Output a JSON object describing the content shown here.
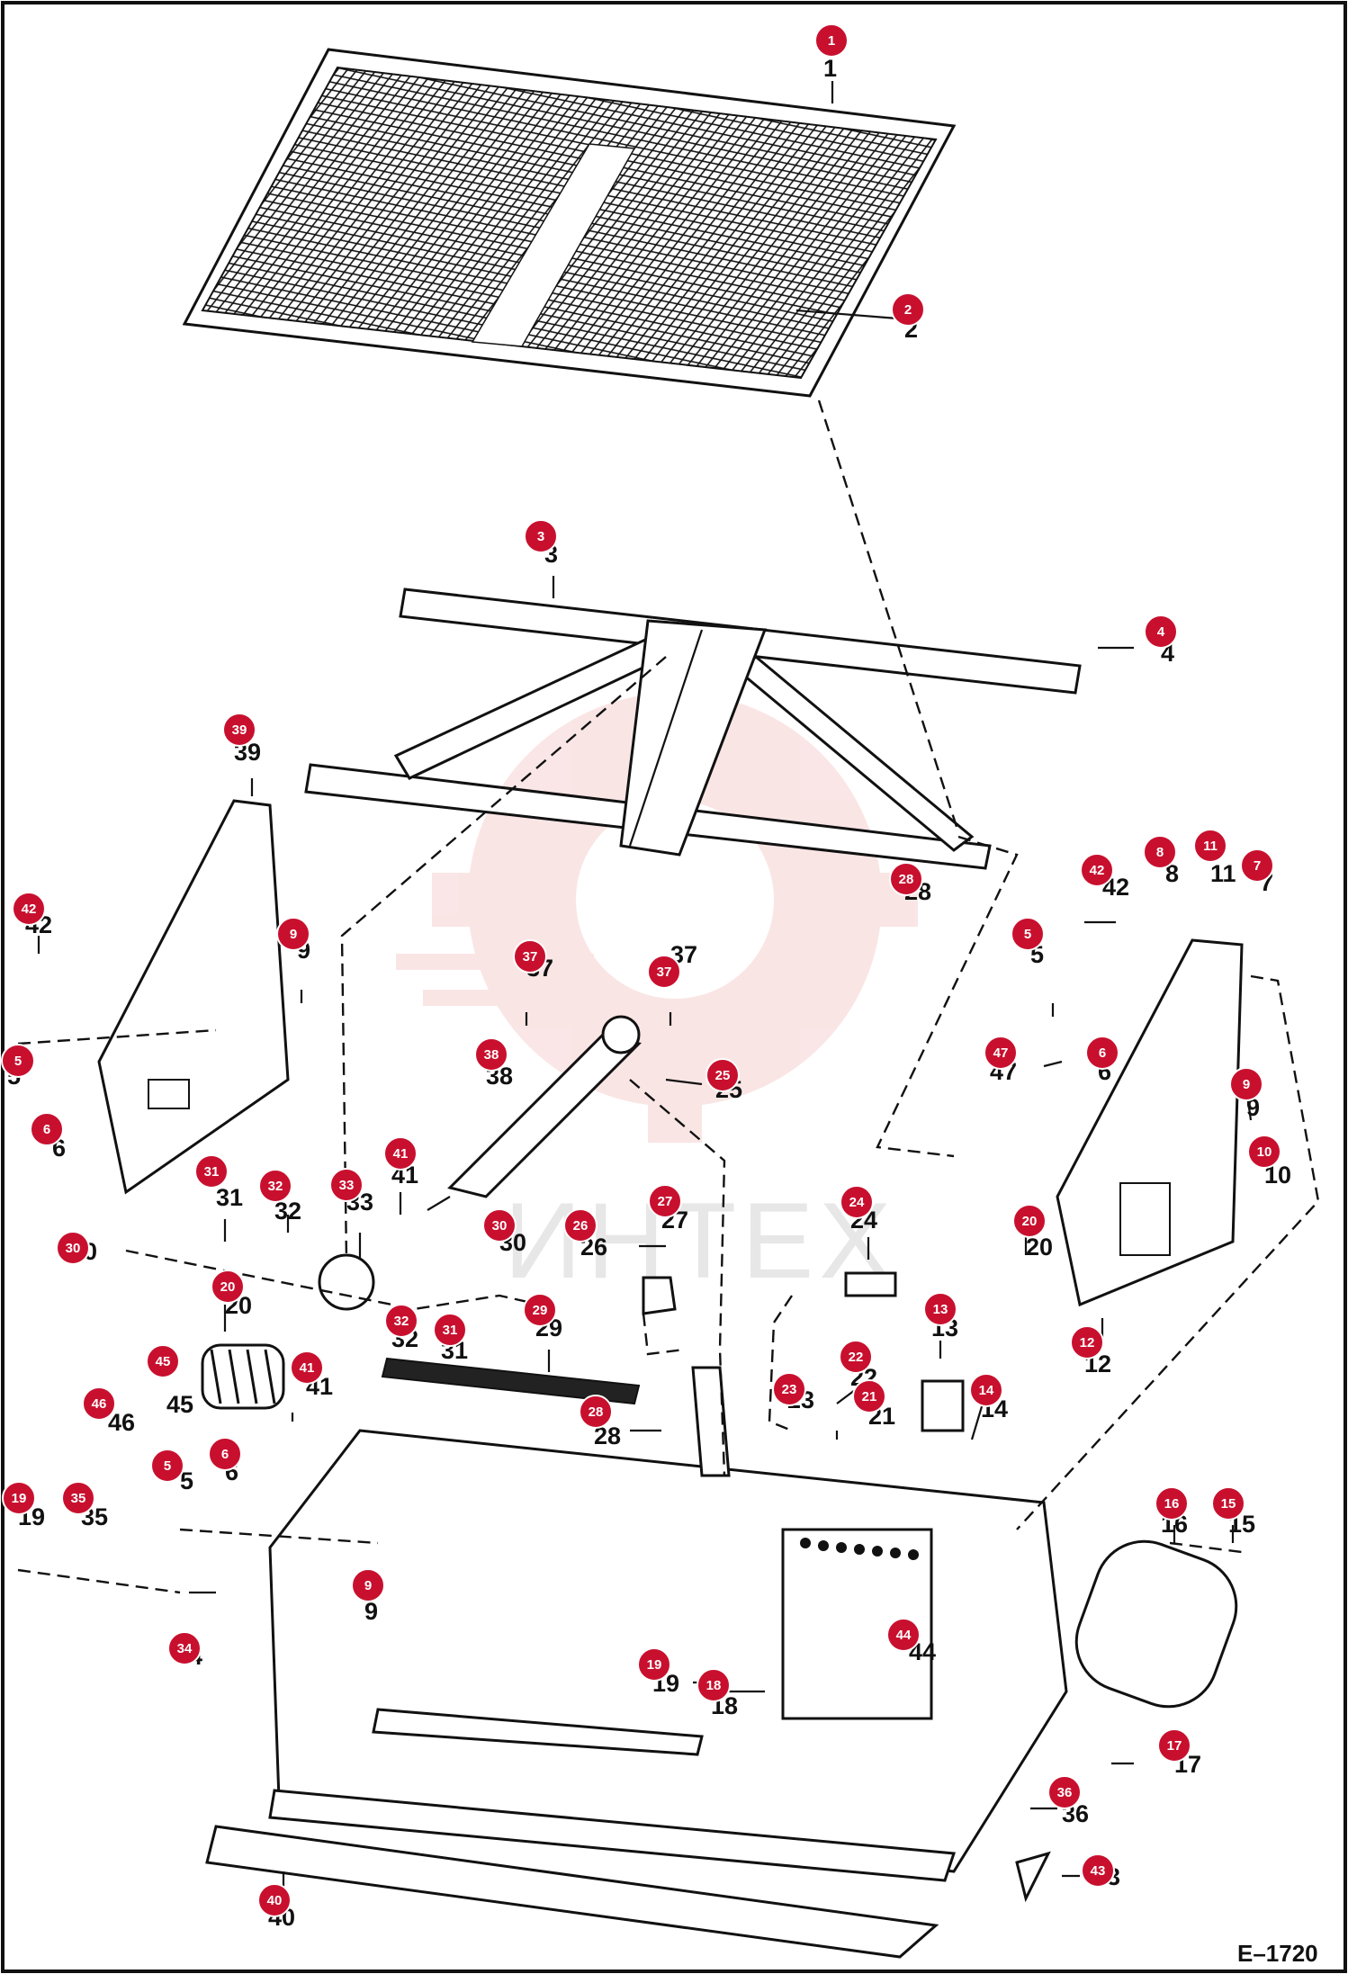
{
  "drawing_id": "E–1720",
  "watermark_text": "ИНТЕХ",
  "colors": {
    "badge": "#c8102e",
    "line": "#111111",
    "watermark": "#f2b7b7"
  },
  "callouts": [
    {
      "id": "c1",
      "label": "1",
      "badge": "1"
    },
    {
      "id": "c2",
      "label": "2",
      "badge": "2"
    },
    {
      "id": "c3",
      "label": "3",
      "badge": "3"
    },
    {
      "id": "c4",
      "label": "4",
      "badge": "4"
    },
    {
      "id": "c39",
      "label": "39",
      "badge": "39"
    },
    {
      "id": "c28a",
      "label": "28",
      "badge": "28"
    },
    {
      "id": "c42a",
      "label": "42",
      "badge": "42"
    },
    {
      "id": "c5a",
      "label": "5",
      "badge": "5"
    },
    {
      "id": "c6a",
      "label": "6",
      "badge": "6"
    },
    {
      "id": "c9a",
      "label": "9",
      "badge": "9"
    },
    {
      "id": "c37a",
      "label": "37",
      "badge": "37"
    },
    {
      "id": "c37b",
      "label": "37",
      "badge": "37"
    },
    {
      "id": "c38",
      "label": "38",
      "badge": "38"
    },
    {
      "id": "c25",
      "label": "25",
      "badge": "25"
    },
    {
      "id": "c42b",
      "label": "42",
      "badge": "42"
    },
    {
      "id": "c8",
      "label": "8",
      "badge": "8"
    },
    {
      "id": "c11",
      "label": "11",
      "badge": "11"
    },
    {
      "id": "c7",
      "label": "7",
      "badge": "7"
    },
    {
      "id": "c5b",
      "label": "5",
      "badge": "5"
    },
    {
      "id": "c47",
      "label": "47",
      "badge": "47"
    },
    {
      "id": "c6b",
      "label": "6",
      "badge": "6"
    },
    {
      "id": "c9b",
      "label": "9",
      "badge": "9"
    },
    {
      "id": "c10",
      "label": "10",
      "badge": "10"
    },
    {
      "id": "c31a",
      "label": "31",
      "badge": "31"
    },
    {
      "id": "c32a",
      "label": "32",
      "badge": "32"
    },
    {
      "id": "c33",
      "label": "33",
      "badge": "33"
    },
    {
      "id": "c41a",
      "label": "41",
      "badge": "41"
    },
    {
      "id": "c30a",
      "label": "30",
      "badge": "30"
    },
    {
      "id": "c20a",
      "label": "20",
      "badge": "20"
    },
    {
      "id": "c30b",
      "label": "30",
      "badge": "30"
    },
    {
      "id": "c26",
      "label": "26",
      "badge": "26"
    },
    {
      "id": "c27",
      "label": "27",
      "badge": "27"
    },
    {
      "id": "c24",
      "label": "24",
      "badge": "24"
    },
    {
      "id": "c20b",
      "label": "20",
      "badge": "20"
    },
    {
      "id": "c29",
      "label": "29",
      "badge": "29"
    },
    {
      "id": "c32b",
      "label": "32",
      "badge": "32"
    },
    {
      "id": "c31b",
      "label": "31",
      "badge": "31"
    },
    {
      "id": "c41b",
      "label": "41",
      "badge": "41"
    },
    {
      "id": "c13",
      "label": "13",
      "badge": "13"
    },
    {
      "id": "c12",
      "label": "12",
      "badge": "12"
    },
    {
      "id": "c45",
      "label": "45",
      "badge": "45"
    },
    {
      "id": "c22",
      "label": "22",
      "badge": "22"
    },
    {
      "id": "c23",
      "label": "23",
      "badge": "23"
    },
    {
      "id": "c21",
      "label": "21",
      "badge": "21"
    },
    {
      "id": "c14",
      "label": "14",
      "badge": "14"
    },
    {
      "id": "c28b",
      "label": "28",
      "badge": "28"
    },
    {
      "id": "c46",
      "label": "46",
      "badge": "46"
    },
    {
      "id": "c5c",
      "label": "5",
      "badge": "5"
    },
    {
      "id": "c6c",
      "label": "6",
      "badge": "6"
    },
    {
      "id": "c19a",
      "label": "19",
      "badge": "19"
    },
    {
      "id": "c35",
      "label": "35",
      "badge": "35"
    },
    {
      "id": "c16",
      "label": "16",
      "badge": "16"
    },
    {
      "id": "c15",
      "label": "15",
      "badge": "15"
    },
    {
      "id": "c9c",
      "label": "9",
      "badge": "9"
    },
    {
      "id": "c44",
      "label": "44",
      "badge": "44"
    },
    {
      "id": "c34",
      "label": "34",
      "badge": "34"
    },
    {
      "id": "c19b",
      "label": "19",
      "badge": "19"
    },
    {
      "id": "c18",
      "label": "18",
      "badge": "18"
    },
    {
      "id": "c17",
      "label": "17",
      "badge": "17"
    },
    {
      "id": "c36",
      "label": "36",
      "badge": "36"
    },
    {
      "id": "c43",
      "label": "43",
      "badge": "43"
    },
    {
      "id": "c40",
      "label": "40",
      "badge": "40"
    }
  ]
}
